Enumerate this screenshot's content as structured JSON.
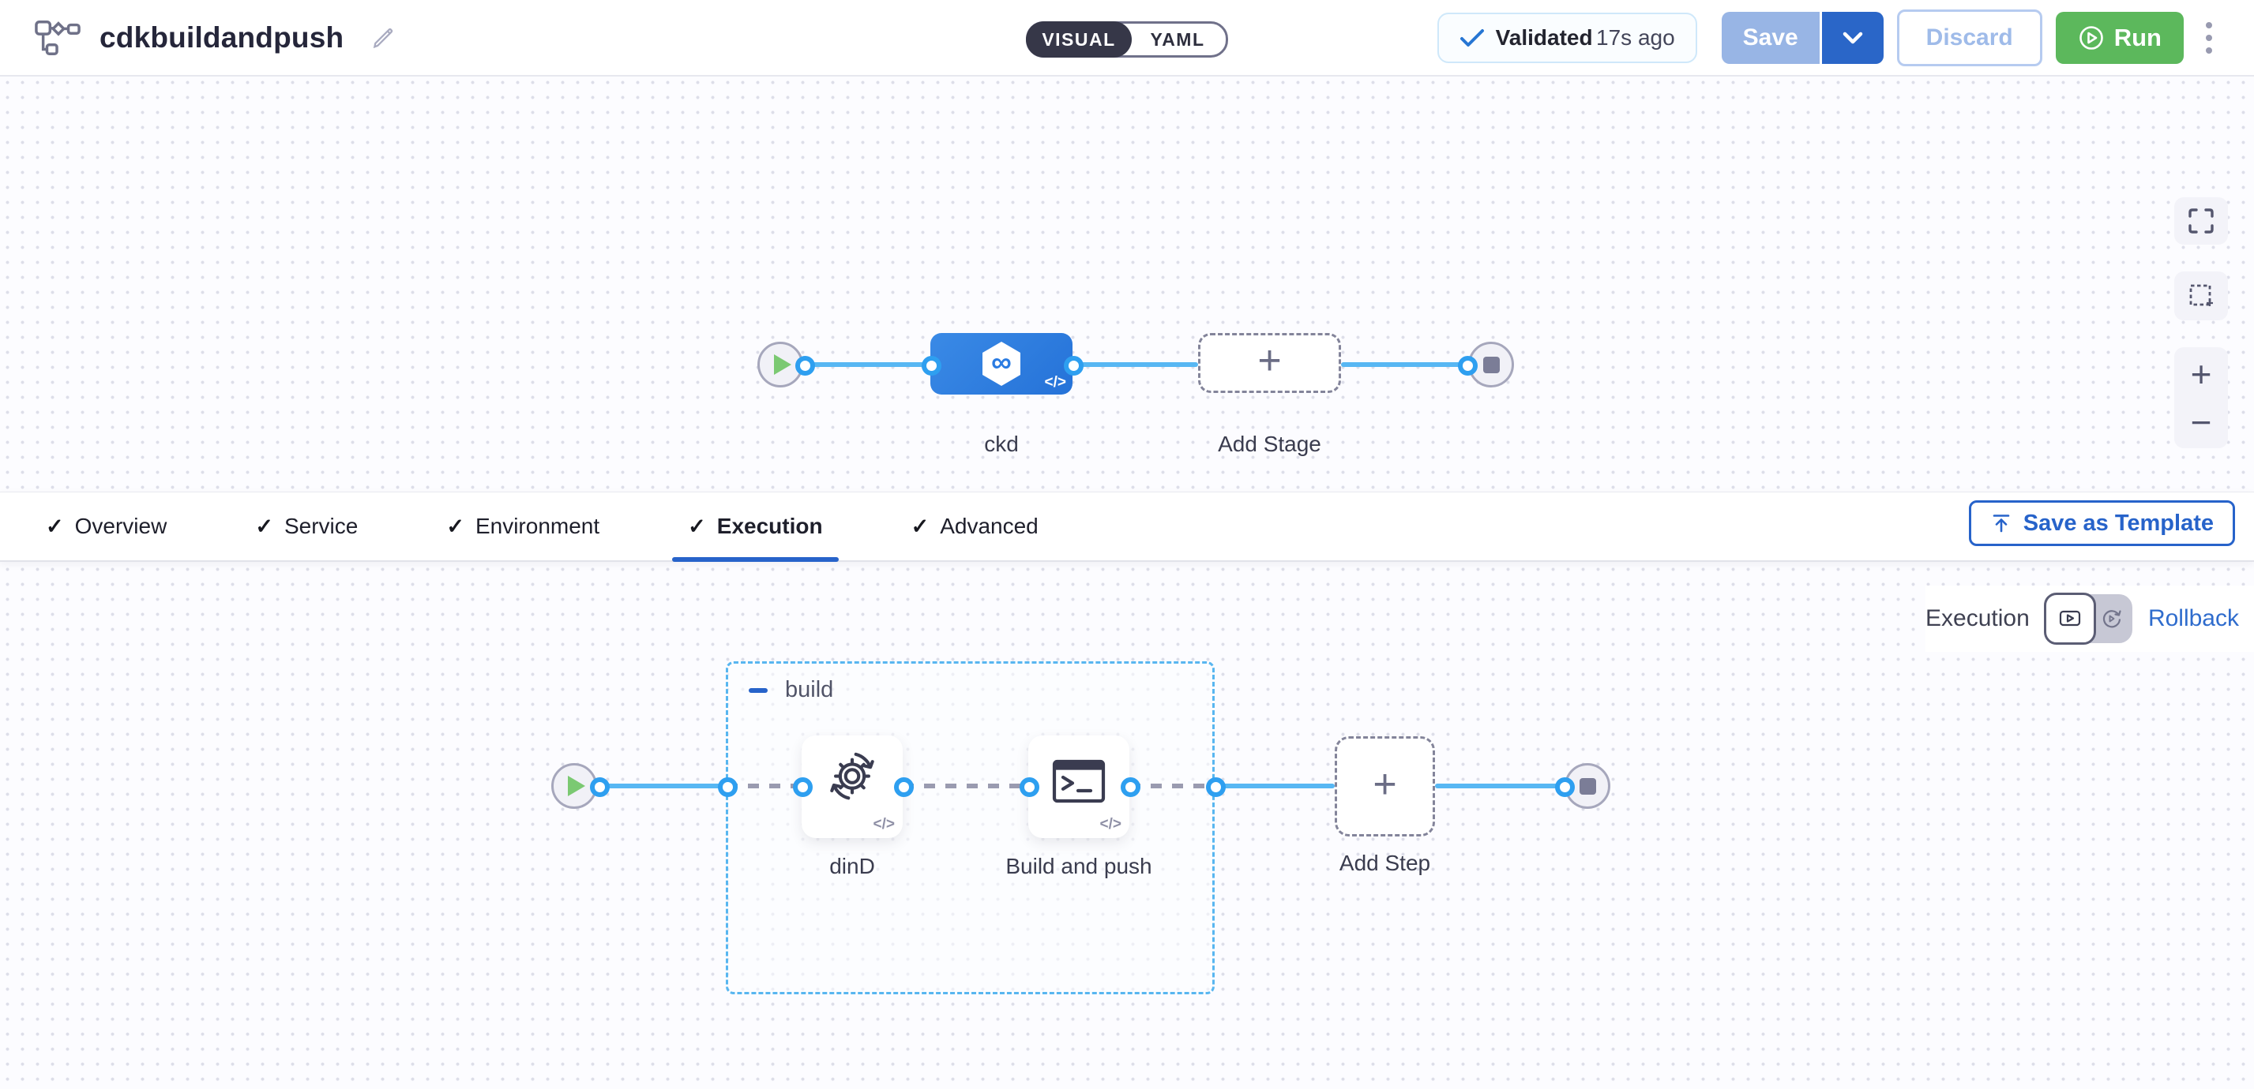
{
  "header": {
    "title": "cdkbuildandpush",
    "mode": {
      "visual": "VISUAL",
      "yaml": "YAML"
    },
    "validation": {
      "status": "Validated",
      "time_ago": "17s ago"
    },
    "buttons": {
      "save": "Save",
      "discard": "Discard",
      "run": "Run"
    }
  },
  "pipeline": {
    "stage_name": "ckd",
    "add_stage": "Add Stage"
  },
  "tabs": {
    "items": [
      {
        "label": "Overview"
      },
      {
        "label": "Service"
      },
      {
        "label": "Environment"
      },
      {
        "label": "Execution"
      },
      {
        "label": "Advanced"
      }
    ],
    "active": "Execution",
    "save_as_template": "Save as Template"
  },
  "execution": {
    "mode_label": "Execution",
    "rollback_label": "Rollback",
    "group_name": "build",
    "steps": [
      {
        "name": "dinD"
      },
      {
        "name": "Build and push"
      }
    ],
    "add_step": "Add Step"
  },
  "icons": {
    "check": "✓",
    "plus": "+",
    "collapse": "−",
    "infinity": "∞",
    "code": "</>",
    "zoom_in": "+",
    "zoom_out": "−"
  },
  "colors": {
    "accent_blue": "#2a66c8",
    "node_blue": "#2b7ce2",
    "connector_blue": "#57b7f3",
    "dashed_gray": "#9a9bb0",
    "run_green": "#5cb85c",
    "validated_check": "#2776d3",
    "toggle_dark": "#363748"
  }
}
